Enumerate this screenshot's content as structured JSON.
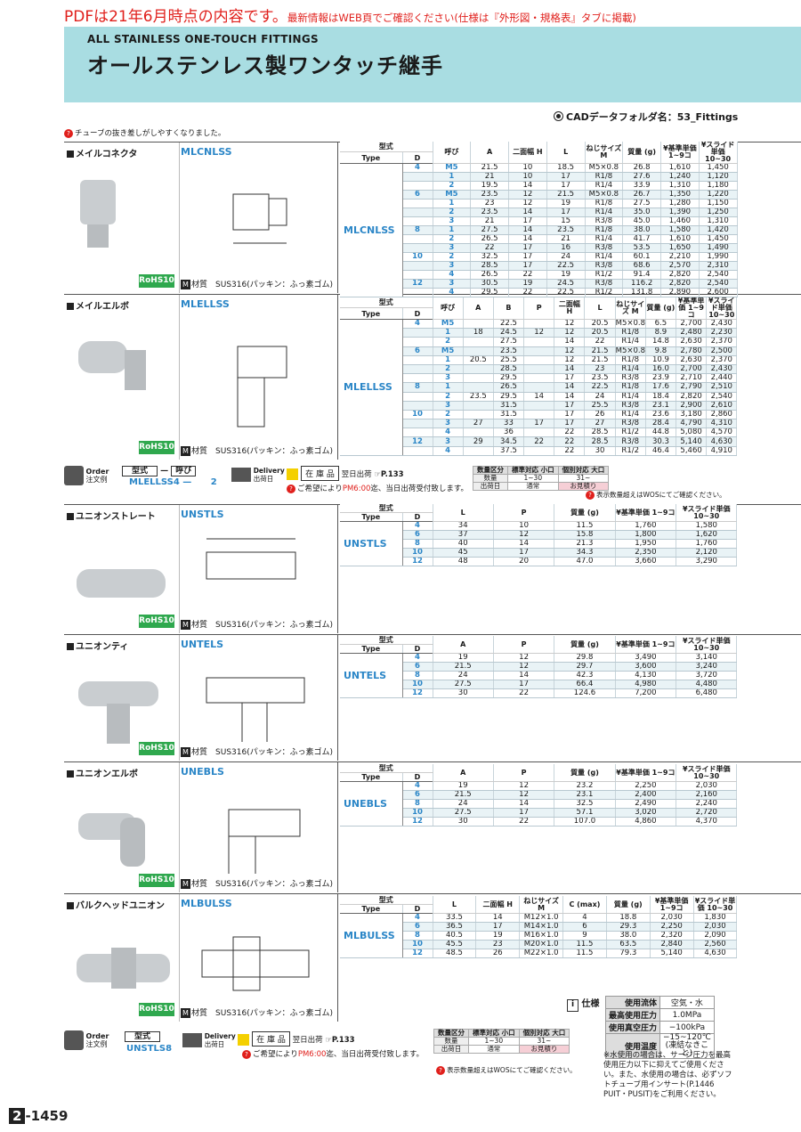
{
  "notice": {
    "main": "PDFは21年6月時点の内容です。",
    "sub": "最新情報はWEB頁でご確認ください(仕様は『外形図・規格表』タブに掲載)"
  },
  "title": {
    "en": "ALL STAINLESS ONE-TOUCH FITTINGS",
    "jp": "オールステンレス製ワンタッチ継手"
  },
  "cad": "CADデータフォルダ名：53_Fittings",
  "tube_note": "チューブの抜き差しがしやすくなりました。",
  "rohs": "RoHS10",
  "material_label": "材質",
  "material": "SUS316(パッキン：ふっ素ゴム)",
  "products": [
    {
      "jp": "メイルコネクタ",
      "code": "MLCNLSS",
      "head": [
        "型式",
        "呼び",
        "A",
        "二面幅 H",
        "L",
        "ねじサイズ M",
        "質量 (g)",
        "¥基準単価 1~9コ",
        "¥スライド単価 10~30"
      ],
      "sub": [
        "Type",
        "D"
      ],
      "rows": [
        [
          "4",
          "M5",
          "21.5",
          "10",
          "18.5",
          "M5×0.8",
          "26.8",
          "1,610",
          "1,450"
        ],
        [
          "",
          "1",
          "21",
          "10",
          "17",
          "R1/8",
          "27.6",
          "1,240",
          "1,120"
        ],
        [
          "",
          "2",
          "19.5",
          "14",
          "17",
          "R1/4",
          "33.9",
          "1,310",
          "1,180"
        ],
        [
          "6",
          "M5",
          "23.5",
          "12",
          "21.5",
          "M5×0.8",
          "26.7",
          "1,350",
          "1,220"
        ],
        [
          "",
          "1",
          "23",
          "12",
          "19",
          "R1/8",
          "27.5",
          "1,280",
          "1,150"
        ],
        [
          "",
          "2",
          "23.5",
          "14",
          "17",
          "R1/4",
          "35.0",
          "1,390",
          "1,250"
        ],
        [
          "",
          "3",
          "21",
          "17",
          "15",
          "R3/8",
          "45.0",
          "1,460",
          "1,310"
        ],
        [
          "8",
          "1",
          "27.5",
          "14",
          "23.5",
          "R1/8",
          "38.0",
          "1,580",
          "1,420"
        ],
        [
          "",
          "2",
          "26.5",
          "14",
          "21",
          "R1/4",
          "41.7",
          "1,610",
          "1,450"
        ],
        [
          "",
          "3",
          "22",
          "17",
          "16",
          "R3/8",
          "53.5",
          "1,650",
          "1,490"
        ],
        [
          "10",
          "2",
          "32.5",
          "17",
          "24",
          "R1/4",
          "60.1",
          "2,210",
          "1,990"
        ],
        [
          "",
          "3",
          "28.5",
          "17",
          "22.5",
          "R3/8",
          "68.6",
          "2,570",
          "2,310"
        ],
        [
          "",
          "4",
          "26.5",
          "22",
          "19",
          "R1/2",
          "91.4",
          "2,820",
          "2,540"
        ],
        [
          "12",
          "3",
          "30.5",
          "19",
          "24.5",
          "R3/8",
          "116.2",
          "2,820",
          "2,540"
        ],
        [
          "",
          "4",
          "29.5",
          "22",
          "22.5",
          "R1/2",
          "131.8",
          "2,890",
          "2,600"
        ]
      ]
    },
    {
      "jp": "メイルエルボ",
      "code": "MLELLSS",
      "head": [
        "型式",
        "呼び",
        "A",
        "B",
        "P",
        "二面幅 H",
        "L",
        "ねじサイズ M",
        "質量 (g)",
        "¥基準単価 1~9コ",
        "¥スライド単価 10~30"
      ],
      "sub": [
        "Type",
        "D"
      ],
      "rows": [
        [
          "4",
          "M5",
          "",
          "22.5",
          "",
          "12",
          "20.5",
          "M5×0.8",
          "6.5",
          "2,700",
          "2,430"
        ],
        [
          "",
          "1",
          "18",
          "24.5",
          "12",
          "12",
          "20.5",
          "R1/8",
          "8.9",
          "2,480",
          "2,230"
        ],
        [
          "",
          "2",
          "",
          "27.5",
          "",
          "14",
          "22",
          "R1/4",
          "14.8",
          "2,630",
          "2,370"
        ],
        [
          "6",
          "M5",
          "",
          "23.5",
          "",
          "12",
          "21.5",
          "M5×0.8",
          "9.8",
          "2,780",
          "2,500"
        ],
        [
          "",
          "1",
          "20.5",
          "25.5",
          "",
          "12",
          "21.5",
          "R1/8",
          "10.9",
          "2,630",
          "2,370"
        ],
        [
          "",
          "2",
          "",
          "28.5",
          "",
          "14",
          "23",
          "R1/4",
          "16.0",
          "2,700",
          "2,430"
        ],
        [
          "",
          "3",
          "",
          "29.5",
          "",
          "17",
          "23.5",
          "R3/8",
          "23.9",
          "2,710",
          "2,440"
        ],
        [
          "8",
          "1",
          "",
          "26.5",
          "",
          "14",
          "22.5",
          "R1/8",
          "17.6",
          "2,790",
          "2,510"
        ],
        [
          "",
          "2",
          "23.5",
          "29.5",
          "14",
          "14",
          "24",
          "R1/4",
          "18.4",
          "2,820",
          "2,540"
        ],
        [
          "",
          "3",
          "",
          "31.5",
          "",
          "17",
          "25.5",
          "R3/8",
          "23.1",
          "2,900",
          "2,610"
        ],
        [
          "10",
          "2",
          "",
          "31.5",
          "",
          "17",
          "26",
          "R1/4",
          "23.6",
          "3,180",
          "2,860"
        ],
        [
          "",
          "3",
          "27",
          "33",
          "17",
          "17",
          "27",
          "R3/8",
          "28.4",
          "4,790",
          "4,310"
        ],
        [
          "",
          "4",
          "",
          "36",
          "",
          "22",
          "28.5",
          "R1/2",
          "44.8",
          "5,080",
          "4,570"
        ],
        [
          "12",
          "3",
          "29",
          "34.5",
          "22",
          "22",
          "28.5",
          "R3/8",
          "30.3",
          "5,140",
          "4,630"
        ],
        [
          "",
          "4",
          "",
          "37.5",
          "",
          "22",
          "30",
          "R1/2",
          "46.4",
          "5,460",
          "4,910"
        ]
      ]
    },
    {
      "jp": "ユニオンストレート",
      "code": "UNSTLS",
      "head": [
        "型式",
        "L",
        "P",
        "質量 (g)",
        "¥基準単価 1~9コ",
        "¥スライド単価 10~30"
      ],
      "sub": [
        "Type",
        "D"
      ],
      "rows": [
        [
          "4",
          "34",
          "10",
          "11.5",
          "1,760",
          "1,580"
        ],
        [
          "6",
          "37",
          "12",
          "15.8",
          "1,800",
          "1,620"
        ],
        [
          "8",
          "40",
          "14",
          "21.3",
          "1,950",
          "1,760"
        ],
        [
          "10",
          "45",
          "17",
          "34.3",
          "2,350",
          "2,120"
        ],
        [
          "12",
          "48",
          "20",
          "47.0",
          "3,660",
          "3,290"
        ]
      ]
    },
    {
      "jp": "ユニオンティ",
      "code": "UNTELS",
      "head": [
        "型式",
        "A",
        "P",
        "質量 (g)",
        "¥基準単価 1~9コ",
        "¥スライド単価 10~30"
      ],
      "sub": [
        "Type",
        "D"
      ],
      "rows": [
        [
          "4",
          "19",
          "12",
          "29.8",
          "3,490",
          "3,140"
        ],
        [
          "6",
          "21.5",
          "12",
          "29.7",
          "3,600",
          "3,240"
        ],
        [
          "8",
          "24",
          "14",
          "42.3",
          "4,130",
          "3,720"
        ],
        [
          "10",
          "27.5",
          "17",
          "66.4",
          "4,980",
          "4,480"
        ],
        [
          "12",
          "30",
          "22",
          "124.6",
          "7,200",
          "6,480"
        ]
      ]
    },
    {
      "jp": "ユニオンエルボ",
      "code": "UNEBLS",
      "head": [
        "型式",
        "A",
        "P",
        "質量 (g)",
        "¥基準単価 1~9コ",
        "¥スライド単価 10~30"
      ],
      "sub": [
        "Type",
        "D"
      ],
      "rows": [
        [
          "4",
          "19",
          "12",
          "23.2",
          "2,250",
          "2,030"
        ],
        [
          "6",
          "21.5",
          "12",
          "23.1",
          "2,400",
          "2,160"
        ],
        [
          "8",
          "24",
          "14",
          "32.5",
          "2,490",
          "2,240"
        ],
        [
          "10",
          "27.5",
          "17",
          "57.1",
          "3,020",
          "2,720"
        ],
        [
          "12",
          "30",
          "22",
          "107.0",
          "4,860",
          "4,370"
        ]
      ]
    },
    {
      "jp": "バルクヘッドユニオン",
      "code": "MLBULSS",
      "head": [
        "型式",
        "L",
        "二面幅 H",
        "ねじサイズ M",
        "C (max)",
        "質量 (g)",
        "¥基準単価 1~9コ",
        "¥スライド単価 10~30"
      ],
      "sub": [
        "Type",
        "D"
      ],
      "rows": [
        [
          "4",
          "33.5",
          "14",
          "M12×1.0",
          "4",
          "18.8",
          "2,030",
          "1,830"
        ],
        [
          "6",
          "36.5",
          "17",
          "M14×1.0",
          "6",
          "29.3",
          "2,250",
          "2,030"
        ],
        [
          "8",
          "40.5",
          "19",
          "M16×1.0",
          "9",
          "38.0",
          "2,320",
          "2,090"
        ],
        [
          "10",
          "45.5",
          "23",
          "M20×1.0",
          "11.5",
          "63.5",
          "2,840",
          "2,560"
        ],
        [
          "12",
          "48.5",
          "26",
          "M22×1.0",
          "11.5",
          "79.3",
          "5,140",
          "4,630"
        ]
      ]
    }
  ],
  "order1": {
    "label": "Order",
    "label_jp": "注文例",
    "type_h": "型式",
    "call_h": "呼び",
    "example_type": "MLELLSS4",
    "example_call": "2"
  },
  "order2": {
    "label": "Order",
    "label_jp": "注文例",
    "type_h": "型式",
    "example_type": "UNSTLS8"
  },
  "delivery": {
    "label": "Delivery",
    "label_jp": "出荷日",
    "stock": "在 庫 品",
    "next": "翌日出荷",
    "ref": "P.133",
    "note_pre": "ご希望により",
    "note_pm": "PM6:00",
    "note_post": "迄、当日出荷受付致します。"
  },
  "qty_table": {
    "h0": "数量区分",
    "h1": "標準対応 小口",
    "h2": "個別対応 大口",
    "r1": [
      "数量",
      "1~30",
      "31~"
    ],
    "r2": [
      "出荷日",
      "通常",
      "お見積り"
    ]
  },
  "qty_note": "表示数量超えはWOSにてご確認ください。",
  "spec": {
    "label": "仕様",
    "rows": [
      [
        "使用流体",
        "空気・水"
      ],
      [
        "最高使用圧力",
        "1.0MPa"
      ],
      [
        "使用真空圧力",
        "−100kPa"
      ],
      [
        "使用温度",
        "−15~120℃ (凍結なきこと)"
      ]
    ]
  },
  "spec_note": "※水使用の場合は、サージ圧力を最高使用圧力以下に抑えてご使用ください。また、水使用の場合は、必ずソフトチューブ用インサート(P.1446 PUIT・PUSIT)をご利用ください。",
  "page": {
    "chapter": "2",
    "num": "-1459"
  }
}
